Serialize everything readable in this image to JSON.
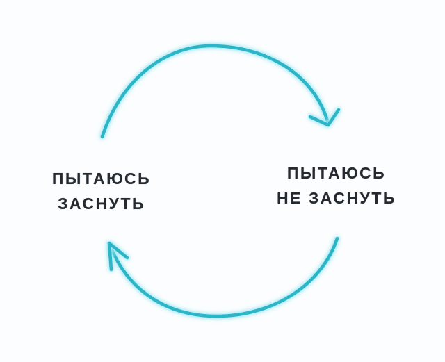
{
  "colors": {
    "background": "#fbfdfe",
    "arrow": "#2bb5c7",
    "glow": "#a5e9f2",
    "text": "#242a30"
  },
  "diagram": {
    "type": "cycle",
    "direction": "clockwise",
    "nodes": [
      {
        "id": "trying-to-sleep",
        "lines": [
          "ПЫТАЮСЬ",
          "ЗАСНУТЬ"
        ]
      },
      {
        "id": "trying-not-to-sleep",
        "lines": [
          "ПЫТАЮСЬ",
          "НЕ ЗАСНУТЬ"
        ]
      }
    ],
    "arrows": [
      {
        "id": "top-arrow",
        "from": "trying-to-sleep",
        "to": "trying-not-to-sleep",
        "points": "down-right"
      },
      {
        "id": "bottom-arrow",
        "from": "trying-not-to-sleep",
        "to": "trying-to-sleep",
        "points": "up-left"
      }
    ]
  }
}
